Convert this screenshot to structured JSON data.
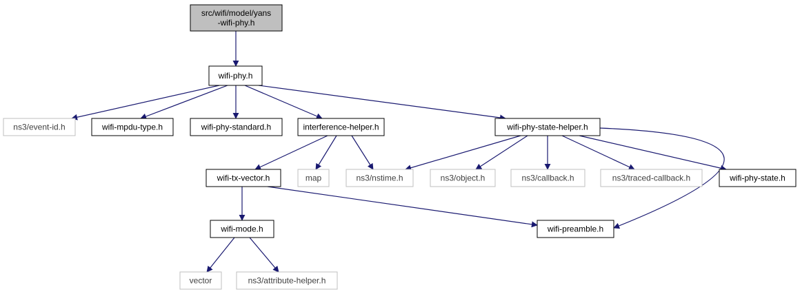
{
  "diagram": {
    "root": {
      "id": "root",
      "lines": [
        "src/wifi/model/yans",
        "-wifi-phy.h"
      ]
    },
    "nodes": [
      {
        "id": "wifi-phy",
        "label": "wifi-phy.h",
        "style": "internal"
      },
      {
        "id": "event-id",
        "label": "ns3/event-id.h",
        "style": "external"
      },
      {
        "id": "mpdu-type",
        "label": "wifi-mpdu-type.h",
        "style": "internal"
      },
      {
        "id": "phy-standard",
        "label": "wifi-phy-standard.h",
        "style": "internal"
      },
      {
        "id": "interference",
        "label": "interference-helper.h",
        "style": "internal"
      },
      {
        "id": "state-helper",
        "label": "wifi-phy-state-helper.h",
        "style": "internal"
      },
      {
        "id": "tx-vector",
        "label": "wifi-tx-vector.h",
        "style": "internal"
      },
      {
        "id": "map",
        "label": "map",
        "style": "external"
      },
      {
        "id": "nstime",
        "label": "ns3/nstime.h",
        "style": "external"
      },
      {
        "id": "object",
        "label": "ns3/object.h",
        "style": "external"
      },
      {
        "id": "callback",
        "label": "ns3/callback.h",
        "style": "external"
      },
      {
        "id": "traced-callback",
        "label": "ns3/traced-callback.h",
        "style": "external"
      },
      {
        "id": "phy-state",
        "label": "wifi-phy-state.h",
        "style": "internal"
      },
      {
        "id": "wifi-mode",
        "label": "wifi-mode.h",
        "style": "internal"
      },
      {
        "id": "preamble",
        "label": "wifi-preamble.h",
        "style": "internal"
      },
      {
        "id": "vector",
        "label": "vector",
        "style": "external"
      },
      {
        "id": "attribute-helper",
        "label": "ns3/attribute-helper.h",
        "style": "external"
      }
    ],
    "edges": [
      [
        "root",
        "wifi-phy"
      ],
      [
        "wifi-phy",
        "event-id"
      ],
      [
        "wifi-phy",
        "mpdu-type"
      ],
      [
        "wifi-phy",
        "phy-standard"
      ],
      [
        "wifi-phy",
        "interference"
      ],
      [
        "wifi-phy",
        "state-helper"
      ],
      [
        "interference",
        "tx-vector"
      ],
      [
        "interference",
        "map"
      ],
      [
        "interference",
        "nstime"
      ],
      [
        "state-helper",
        "nstime"
      ],
      [
        "state-helper",
        "object"
      ],
      [
        "state-helper",
        "callback"
      ],
      [
        "state-helper",
        "traced-callback"
      ],
      [
        "state-helper",
        "phy-state"
      ],
      [
        "state-helper",
        "preamble"
      ],
      [
        "tx-vector",
        "wifi-mode"
      ],
      [
        "tx-vector",
        "preamble"
      ],
      [
        "wifi-mode",
        "vector"
      ],
      [
        "wifi-mode",
        "attribute-helper"
      ]
    ],
    "colors": {
      "edge": "#191970",
      "root_fill": "#bfbfbf",
      "internal_border": "#000000",
      "external_border": "#bfbfbf",
      "internal_text": "#000000",
      "external_text": "#404040"
    }
  }
}
